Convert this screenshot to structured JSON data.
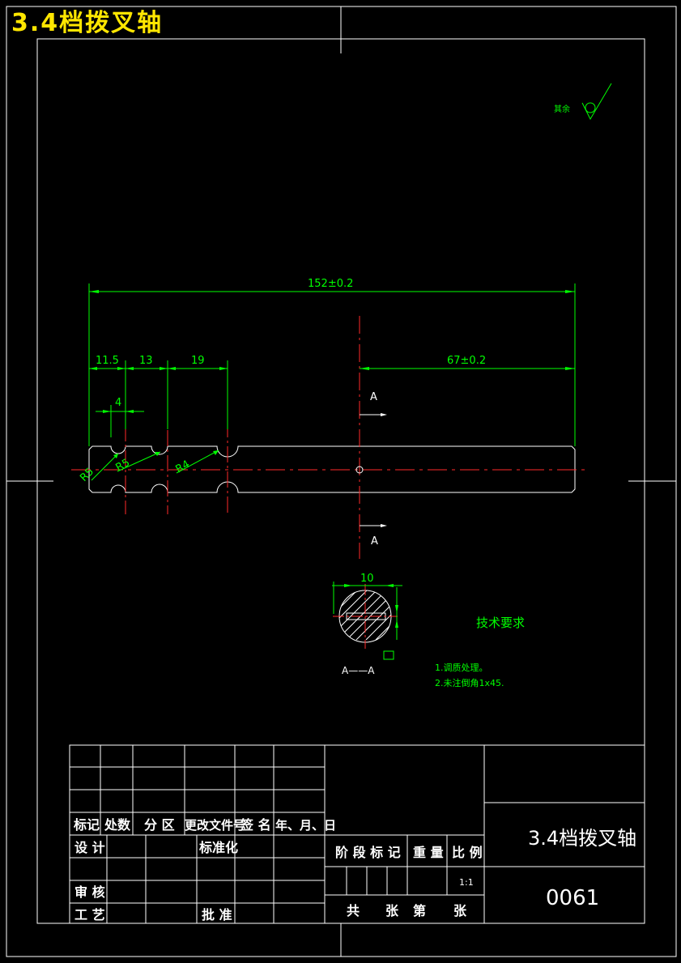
{
  "drawing_title": "3.4档拨叉轴",
  "surface_finish_note": "其余",
  "dimensions": {
    "overall_length": "152±0.2",
    "section_offset": "67±0.2",
    "dim_11_5": "11.5",
    "dim_13": "13",
    "dim_19": "19",
    "dim_4": "4",
    "keyway_width": "10",
    "groove_r1": "R5",
    "groove_r2": "R5",
    "groove_r3": "R4"
  },
  "section_labels": {
    "top": "A",
    "bottom": "A",
    "view": "A——A"
  },
  "tech_requirements": {
    "heading": "技术要求",
    "items": [
      "1.调质处理。",
      "2.未注倒角1x45."
    ]
  },
  "title_block": {
    "header_labels": [
      "标记",
      "处数",
      "分 区",
      "更改文件号",
      "签 名",
      "年、月、日"
    ],
    "design": "设 计",
    "standardize": "标准化",
    "review": "审 核",
    "process": "工 艺",
    "approve": "批 准",
    "stage_mark": "阶 段 标 记",
    "weight": "重 量",
    "scale_label": "比 例",
    "scale_value": "1:1",
    "part_name": "3.4档拨叉轴",
    "drawing_no": "0061",
    "sheet_total": "共",
    "sheet_unit1": "张",
    "sheet_no": "第",
    "sheet_unit2": "张"
  },
  "colors": {
    "background": "#000000",
    "outline": "#ffffff",
    "dimension": "#00ff00",
    "centerline": "#ff2a2a",
    "title": "#ffe600"
  }
}
